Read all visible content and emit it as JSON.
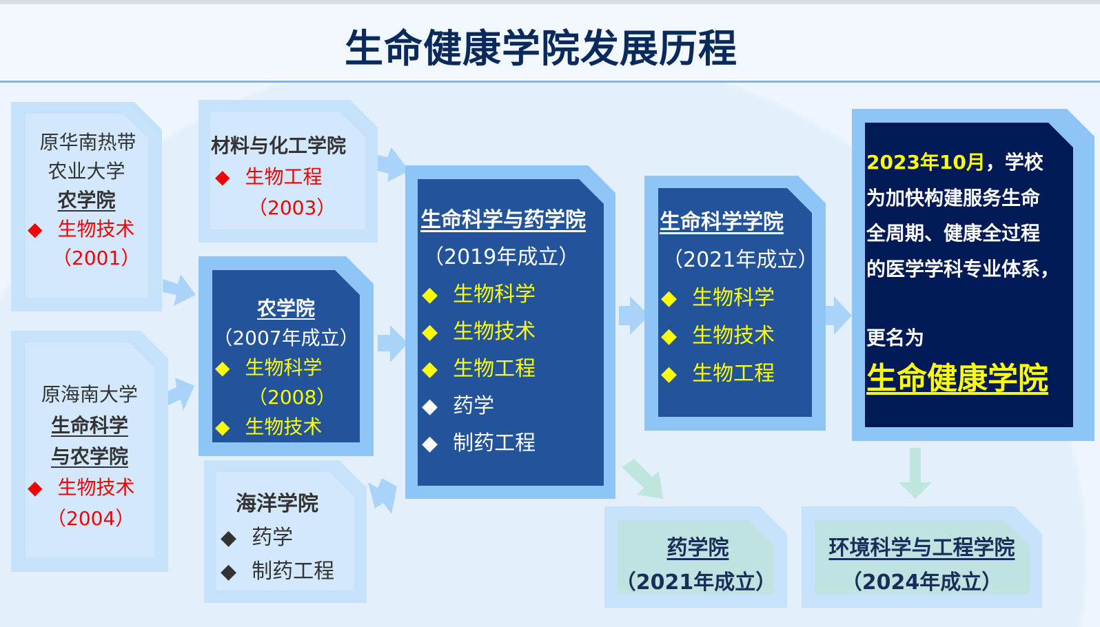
{
  "title": "生命健康学院发展历程",
  "bullet": "◆",
  "box_a": {
    "lines": [
      "原华南热带",
      "农业大学"
    ],
    "name": "农学院",
    "major": "生物技术",
    "year": "（2001）"
  },
  "box_b": {
    "line": "原海南大学",
    "name1": "生命科学",
    "name2": "与农学院",
    "major": "生物技术",
    "year": "（2004）"
  },
  "box_c": {
    "name": "材料与化工学院",
    "major": "生物工程",
    "year": "（2003）"
  },
  "box_d": {
    "name": "农学院",
    "founded": "（2007年成立）",
    "major1": "生物科学",
    "year1": "（2008）",
    "major2": "生物技术"
  },
  "box_e": {
    "name": "海洋学院",
    "majors": [
      "药学",
      "制药工程"
    ]
  },
  "box_f": {
    "name": "生命科学与药学院",
    "founded": "（2019年成立）",
    "majors_yellow": [
      "生物科学",
      "生物技术",
      "生物工程"
    ],
    "majors_white": [
      "药学",
      "制药工程"
    ]
  },
  "box_g": {
    "name": "生命科学学院",
    "founded": "（2021年成立）",
    "majors": [
      "生物科学",
      "生物技术",
      "生物工程"
    ]
  },
  "box_h": {
    "date": "2023年10月",
    "line1_rest": "，学校",
    "lines": [
      "为加快构建服务生命",
      "全周期、健康全过程",
      "的医学学科专业体系，"
    ],
    "rename_label": "更名为",
    "new_name": "生命健康学院"
  },
  "box_i": {
    "name": "药学院",
    "founded": "（2021年成立）"
  },
  "box_j": {
    "name": "环境科学与工程学院",
    "founded": "（2024年成立）"
  },
  "colors": {
    "title": "#0b2a5c",
    "dark_card": "#23539a",
    "navy_card": "#001a57",
    "frame": "#8ec4f6",
    "light_card": "#c6e2fb",
    "teal_card": "#bfe3e0",
    "red": "#f00000",
    "yellow": "#ffff00"
  }
}
